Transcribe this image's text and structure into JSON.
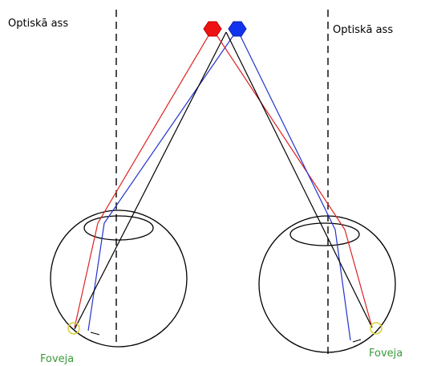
{
  "labels": {
    "left_axis": "Optiskā ass",
    "right_axis": "Optiskā ass",
    "left_fovea": "Foveja",
    "right_fovea": "Foveja"
  },
  "colors": {
    "red_point": "#ee1111",
    "blue_point": "#1133ee",
    "red_ray": "#dd2222",
    "blue_ray": "#2233cc",
    "black_ray": "#000000",
    "eye_outline": "#000000",
    "fovea_marker": "#d8cf3a",
    "fovea_text": "#3a9a3a"
  }
}
